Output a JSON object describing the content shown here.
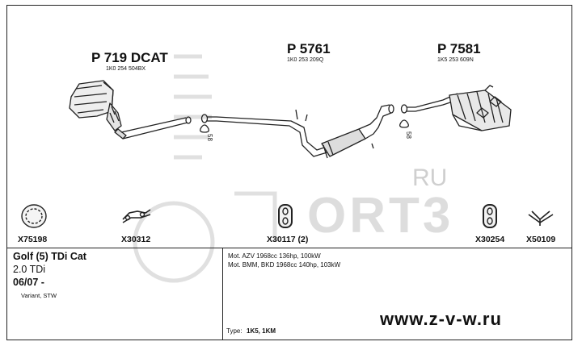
{
  "parts": {
    "p1": {
      "title": "P 719 DCAT",
      "code": "1K0 254 504BX"
    },
    "p2": {
      "title": "P 5761",
      "code": "1K0 253 209Q"
    },
    "p3": {
      "title": "P 7581",
      "code": "1K5 253 609N"
    }
  },
  "small_labels": {
    "gap1": "58",
    "gap2": "58"
  },
  "fittings": [
    {
      "code": "X75198",
      "icon": "ring-gasket-icon"
    },
    {
      "code": "X30312",
      "icon": "clamp-bolt-icon"
    },
    {
      "code": "X30117 (2)",
      "icon": "rubber-hanger-icon"
    },
    {
      "code": "X30254",
      "icon": "rubber-hanger-icon"
    },
    {
      "code": "X50109",
      "icon": "bracket-icon"
    }
  ],
  "vehicle": {
    "model": "Golf (5) TDi Cat",
    "engine": "2.0 TDi",
    "date": "06/07 -",
    "body": "Variant, STW"
  },
  "engines": [
    "Mot. AZV 1968cc 136hp, 100kW",
    "Mot. BMM, BKD 1968cc 140hp, 103kW"
  ],
  "type": {
    "label": "Type:",
    "value": "1K5, 1KM"
  },
  "watermark": {
    "ru": "RU",
    "brand": "ORT3",
    "url": "www.z-v-w.ru"
  },
  "colors": {
    "line": "#222222",
    "watermark": "#d8d8d8"
  }
}
